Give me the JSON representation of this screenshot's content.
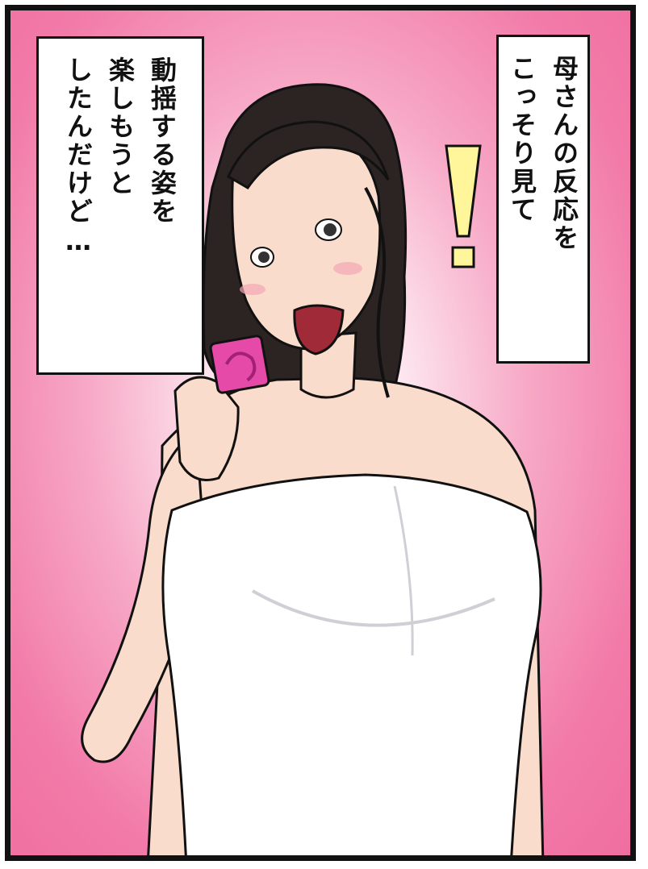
{
  "caption_right": {
    "lines": [
      "母さんの反応を",
      "こっそり見て"
    ]
  },
  "caption_left": {
    "lines": [
      "動揺する姿を",
      "楽しもうと",
      "したんだけど…"
    ]
  },
  "exclamation_mark": "!",
  "colors": {
    "background_pink": "#f27aa8",
    "background_center": "#ffffff",
    "hair": "#2b2422",
    "skin": "#f9dccb",
    "towel": "#ffffff",
    "condom_wrapper": "#e64aa8",
    "exclamation_fill": "#fff59a",
    "outline": "#111111"
  }
}
